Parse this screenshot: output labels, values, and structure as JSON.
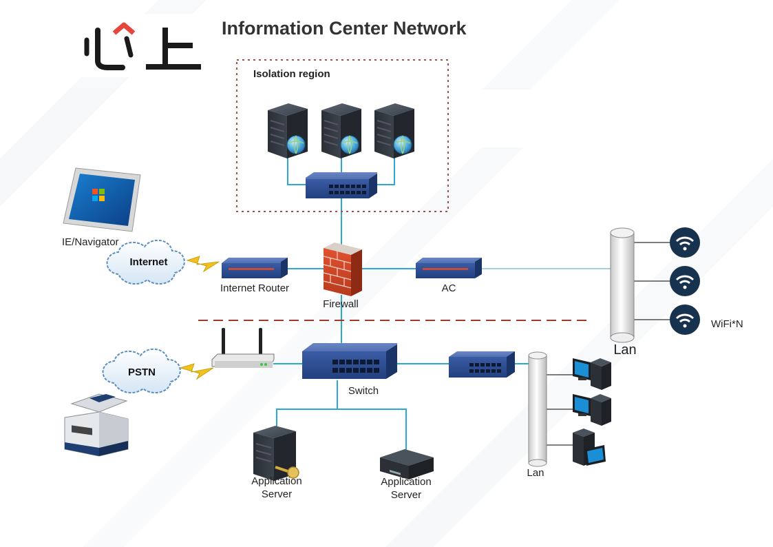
{
  "header": {
    "logo_text": "心上",
    "title": "Information Center Network"
  },
  "regions": {
    "isolation": "Isolation region"
  },
  "clouds": {
    "internet": "Internet",
    "pstn": "PSTN"
  },
  "labels": {
    "ie_navigator": "IE/Navigator",
    "internet_router": "Internet Router",
    "firewall": "Firewall",
    "ac": "AC",
    "switch": "Switch",
    "app_server_1_line1": "Application",
    "app_server_1_line2": "Server",
    "app_server_2_line1": "Application",
    "app_server_2_line2": "Server",
    "lan_wifi": "Lan",
    "lan_wired": "Lan",
    "wifi": "WiFi*N"
  },
  "colors": {
    "link": "#29a9d4",
    "isolation_border": "#a0524a",
    "zone_divider": "#a0382c",
    "switch_blue": "#2d4f93",
    "wifi_circle": "#17324f",
    "brand_accent": "#e8453c"
  }
}
